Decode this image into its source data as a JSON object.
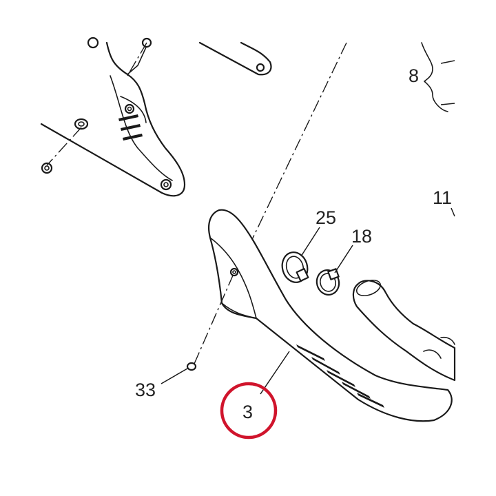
{
  "callouts": {
    "c8": "8",
    "c11": "11",
    "c25": "25",
    "c18": "18",
    "c33": "33",
    "c3": "3"
  },
  "highlight": {
    "target": "3",
    "color": "#d0142c"
  }
}
